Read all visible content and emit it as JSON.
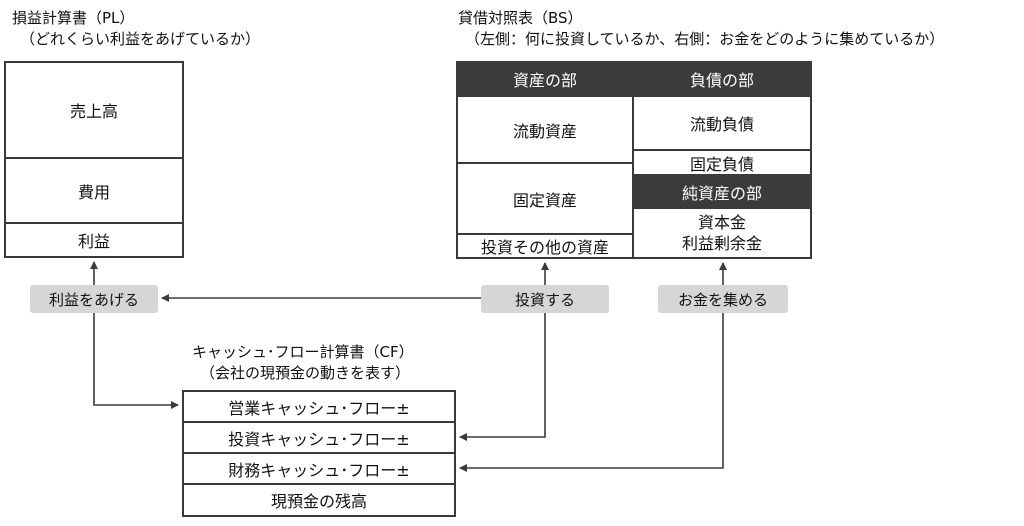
{
  "pl": {
    "title": "損益計算書（PL）",
    "subtitle": "（どれくらい利益をあげているか）",
    "rows": [
      "売上高",
      "費用",
      "利益"
    ]
  },
  "bs": {
    "title": "貸借対照表（BS）",
    "subtitle": "（左側：何に投資しているか、右側：お金をどのように集めているか）",
    "left_header": "資産の部",
    "left_rows": [
      "流動資産",
      "固定資産",
      "投資その他の資産"
    ],
    "right_header": "負債の部",
    "right_rows": [
      "流動負債",
      "固定負債"
    ],
    "equity_header": "純資産の部",
    "equity_rows": [
      "資本金",
      "利益剰余金"
    ]
  },
  "cf": {
    "title": "キャッシュ･フロー計算書（CF）",
    "subtitle": "（会社の現預金の動きを表す）",
    "rows": [
      "営業キャッシュ･フロー±",
      "投資キャッシュ･フロー±",
      "財務キャッシュ･フロー±",
      "現預金の残高"
    ]
  },
  "labels": {
    "earn": "利益をあげる",
    "invest": "投資する",
    "raise": "お金を集める"
  },
  "colors": {
    "dark": "#3b3b3b",
    "pill": "#d6d6d6",
    "line": "#3a3a3a"
  }
}
